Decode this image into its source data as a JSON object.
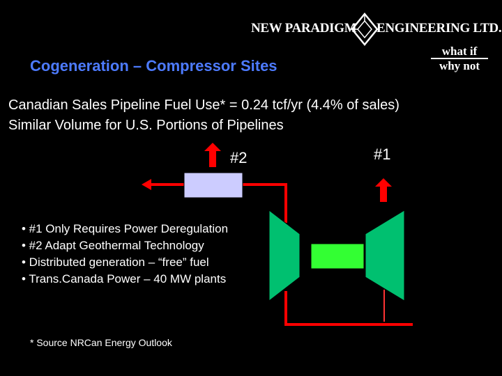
{
  "brand": {
    "logo_left": "NEW PARADIGM",
    "logo_right": "ENGINEERING LTD.",
    "tagline_line1": "what if",
    "tagline_line2": "why not"
  },
  "title": "Cogeneration – Compressor Sites",
  "headline": {
    "line1": "Canadian Sales Pipeline Fuel Use* = 0.24 tcf/yr (4.4% of sales)",
    "line2": "Similar Volume for U.S. Portions of Pipelines"
  },
  "diagram": {
    "label_2": "#2",
    "label_1": "#1",
    "colors": {
      "pipe": "#ff0000",
      "turbine": "#00c070",
      "shaft_box": "#33ff33",
      "heat_box": "#ccccff",
      "thin_line": "#ff3333"
    }
  },
  "bullets": [
    "• #1 Only Requires Power Deregulation",
    "• #2 Adapt Geothermal Technology",
    "• Distributed generation – “free” fuel",
    "• Trans.Canada Power – 40 MW plants"
  ],
  "footnote": "* Source NRCan Energy Outlook"
}
